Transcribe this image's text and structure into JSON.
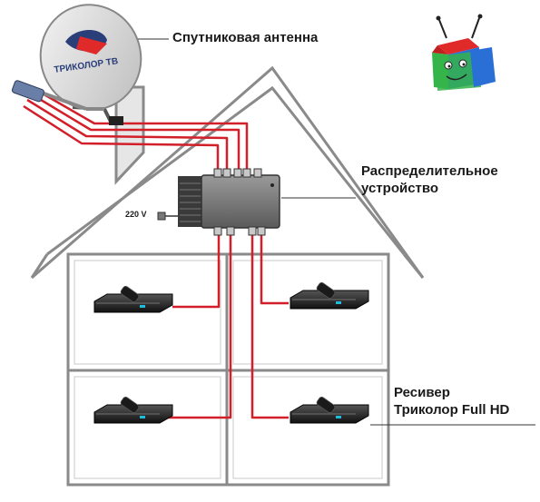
{
  "labels": {
    "antenna": "Спутниковая антенна",
    "distributor_line1": "Распределительное",
    "distributor_line2": "устройство",
    "receiver_line1": "Ресивер",
    "receiver_line2": "Триколор Full HD",
    "voltage": "220 V"
  },
  "logo": {
    "dish_text": "ТРИКОЛОР ТВ"
  },
  "colors": {
    "cable": "#d21f2a",
    "house_outline": "#8a8a8a",
    "device_dark": "#2a2a2a",
    "logo_green": "#35b44a",
    "logo_red": "#e02a2a",
    "logo_blue": "#2a6fd6"
  },
  "receivers": [
    {
      "room": "top-left"
    },
    {
      "room": "top-right"
    },
    {
      "room": "bottom-left"
    },
    {
      "room": "bottom-right"
    }
  ]
}
